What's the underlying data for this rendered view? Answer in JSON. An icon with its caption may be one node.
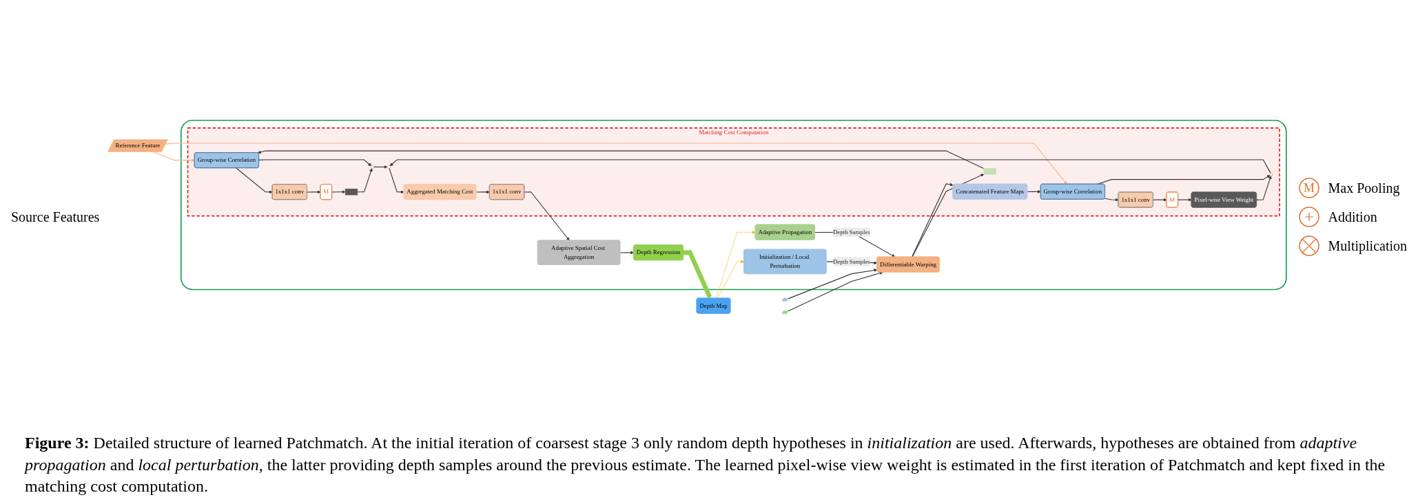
{
  "diagram": {
    "caption": "**Figure 3:** Detailed structure of learned Patchmatch. At the initial iteration of coarsest stage 3 only random depth hypotheses in *initialization* are used. Afterwards, hypotheses are obtained from *adaptive propagation* and *local perturbation*, the latter providing depth samples around the previous estimate. The learned pixel-wise view weight is estimated in the first iteration of Patchmatch and kept fixed in the matching cost computation.",
    "nodes": [
      {
        "text": [
          "Reference Feature"
        ]
      },
      {
        "text": [],
        "shape": "parallelogram"
      },
      {
        "text": [],
        "shape": "parallelogram"
      },
      {
        "text": [],
        "shape": "box"
      },
      {
        "text": [
          "Initialization / Local Perturbation"
        ],
        "in": 3
      },
      {
        "text": [
          "Differentiable Warping"
        ],
        "in": 3
      },
      {
        "text": [
          "Adaptive Propagation"
        ],
        "in": 3
      },
      {
        "text": [
          "Matching Cost Computation"
        ],
        "in": 3
      },
      {
        "text": [],
        "shape": "box",
        "in": 7
      },
      {
        "text": [
          "Group-wise Correlation"
        ],
        "in": 7
      },
      {
        "text": [
          "1x1x1 conv"
        ],
        "in": 7
      },
      {
        "text": [
          "M"
        ],
        "in": 7
      },
      {
        "text": [],
        "shape": "box",
        "in": 7
      },
      {
        "text": [],
        "shape": "circle",
        "in": 7
      },
      {
        "text": [
          "Concatenated Feature Maps"
        ],
        "in": 7
      },
      {
        "text": [
          "Group-wise Correlation"
        ],
        "in": 7
      },
      {
        "text": [
          "1x1x1 conv"
        ],
        "in": 7
      },
      {
        "text": [
          "M"
        ],
        "in": 7
      },
      {
        "text": [
          "Pixel-wise View Weight"
        ],
        "in": 7
      },
      {
        "text": [],
        "shape": "circle",
        "in": 7
      },
      {
        "text": [],
        "shape": "circle",
        "in": 7
      },
      {
        "text": [
          "Aggregated Matching Cost"
        ],
        "in": 7
      },
      {
        "text": [
          "1x1x1 conv"
        ],
        "in": 7
      },
      {
        "text": [
          "Adaptive Spatial Cost Aggregation"
        ],
        "in": 3
      },
      {
        "text": [
          "Depth Regression"
        ],
        "in": 3
      },
      {
        "text": [
          "Depth Map"
        ]
      }
    ],
    "edges": [
      {
        "from": 0,
        "to": 9,
        "arrow": "to",
        "color": "#f4b183"
      },
      {
        "from": 0,
        "to": 15,
        "arrow": "to",
        "color": "#f4b183"
      },
      {
        "from": 25,
        "to": 4,
        "arrow": "to",
        "style": "dashed",
        "color": "#f5b800"
      },
      {
        "from": 25,
        "to": 6,
        "arrow": "to",
        "style": "dashed",
        "color": "#f5b800"
      },
      {
        "from": 1,
        "to": 5,
        "arrow": "to"
      },
      {
        "from": 2,
        "to": 5,
        "arrow": "to"
      },
      {
        "from": 4,
        "to": 5,
        "arrow": "to",
        "label": "Depth Samples"
      },
      {
        "from": 6,
        "to": 5,
        "arrow": "to",
        "label": "Depth Samples"
      },
      {
        "from": 5,
        "to": 8,
        "arrow": "to"
      },
      {
        "from": 5,
        "to": 14,
        "arrow": "to"
      },
      {
        "from": 8,
        "to": 9,
        "arrow": "to"
      },
      {
        "from": 9,
        "to": 10,
        "arrow": "to"
      },
      {
        "from": 10,
        "to": 11,
        "arrow": "to"
      },
      {
        "from": 11,
        "to": 12,
        "arrow": "to"
      },
      {
        "from": 12,
        "to": 13,
        "arrow": "to"
      },
      {
        "from": 9,
        "to": 13,
        "arrow": "to"
      },
      {
        "from": 13,
        "to": 20,
        "arrow": "to"
      },
      {
        "from": 14,
        "to": 15,
        "arrow": "to"
      },
      {
        "from": 15,
        "to": 16,
        "arrow": "to"
      },
      {
        "from": 16,
        "to": 17,
        "arrow": "to"
      },
      {
        "from": 17,
        "to": 18,
        "arrow": "to"
      },
      {
        "from": 18,
        "to": 19,
        "arrow": "to"
      },
      {
        "from": 15,
        "to": 19,
        "arrow": "to"
      },
      {
        "from": 19,
        "to": 20,
        "arrow": "to"
      },
      {
        "from": 20,
        "to": 21,
        "arrow": "to"
      },
      {
        "from": 21,
        "to": 22,
        "arrow": "to"
      },
      {
        "from": 22,
        "to": 23,
        "arrow": "to"
      },
      {
        "from": 23,
        "to": 24,
        "arrow": "to"
      },
      {
        "from": 24,
        "to": 25,
        "arrow": "to",
        "style": "thick",
        "color": "#92d050"
      }
    ],
    "labels": [
      "Source Features",
      "M"
    ],
    "legend": [
      {
        "text": "Max Pooling"
      },
      {
        "text": "Addition"
      },
      {
        "text": "Multiplication"
      }
    ]
  }
}
